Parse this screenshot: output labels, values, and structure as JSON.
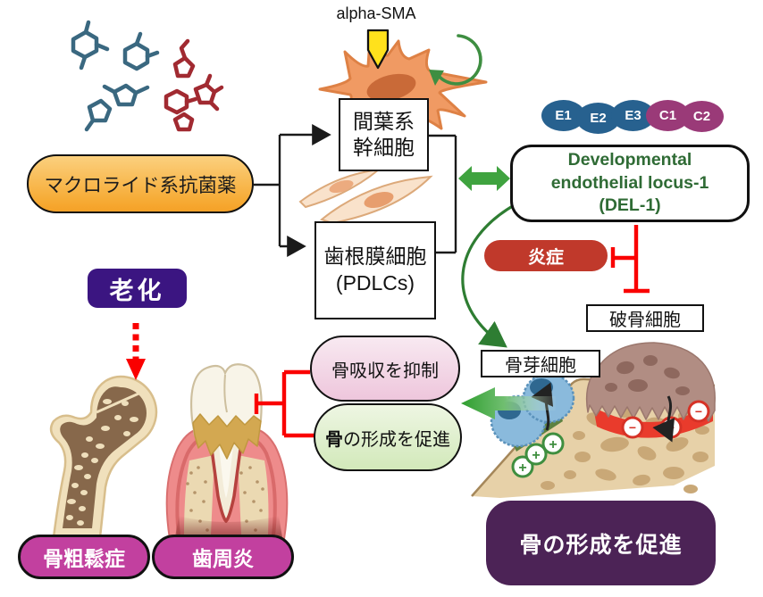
{
  "diagram": {
    "alpha_sma_label": "alpha-SMA",
    "macrolide": "マクロライド系抗菌薬",
    "msc_line1": "間葉系",
    "msc_line2": "幹細胞",
    "pdlc_line1": "歯根膜細胞",
    "pdlc_line2": "(PDLCs)",
    "del1_line1": "Developmental",
    "del1_line2": "endothelial locus-1",
    "del1_line3": "(DEL-1)",
    "domains": [
      "E1",
      "E2",
      "E3",
      "C1",
      "C2"
    ],
    "inflammation": "炎症",
    "osteoclast": "破骨細胞",
    "osteoblast": "骨芽細胞",
    "aging": "老化",
    "suppress_resorption": "骨吸収を抑制",
    "promote_bold": "骨",
    "promote_rest": "の形成を促進",
    "osteoporosis": "骨粗鬆症",
    "periodontitis": "歯周炎",
    "conclusion_bold": "骨",
    "conclusion_rest": "の形成を促進",
    "plus_sign": "+",
    "minus_sign": "−"
  },
  "colors": {
    "macrolide_fill": "#F5A127",
    "egf_domain": "#27618F",
    "c_domain": "#9A3A78",
    "del1_text": "#2F6B35",
    "inflammation_fill": "#C0392B",
    "aging_fill": "#3B1581",
    "inhibit_red": "#FA0000",
    "promote_green": "#3FA33F",
    "curve_green": "#2E7D32",
    "suppress_pill": "#EEC6DC",
    "promote_pill": "#D2E9BA",
    "disease_pill": "#C2409F",
    "conclusion_fill": "#4C2356"
  }
}
